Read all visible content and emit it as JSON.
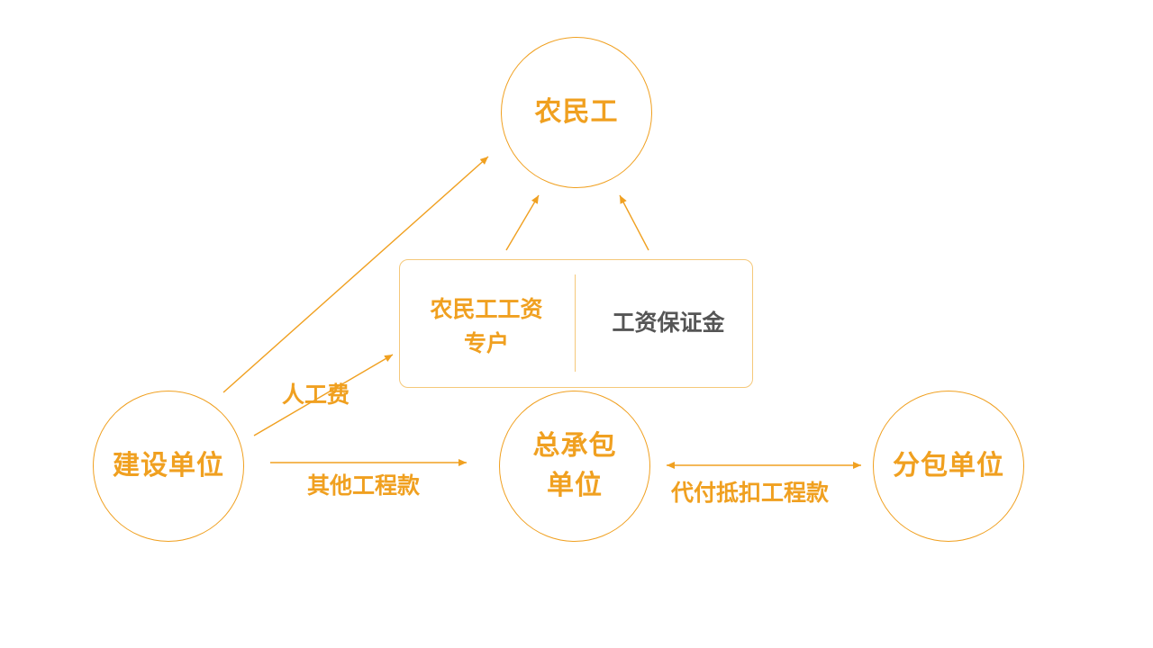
{
  "colors": {
    "accent": "#f0a020",
    "box_border": "#f5c87a",
    "neutral_text": "#555555"
  },
  "nodes": {
    "migrant_workers": "农民工",
    "construction_unit": "建设单位",
    "general_contractor": "总承包\n单位",
    "subcontractor": "分包单位"
  },
  "account_box": {
    "wage_account": "农民工工资\n专户",
    "wage_deposit": "工资保证金"
  },
  "edge_labels": {
    "labor_cost": "人工费",
    "other_payments": "其他工程款",
    "proxy_payment": "代付抵扣工程款"
  }
}
